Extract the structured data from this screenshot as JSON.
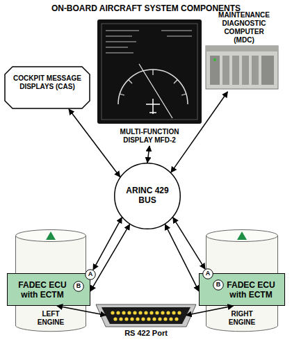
{
  "diagram": {
    "title": "ON-BOARD AIRCRAFT SYSTEM COMPONENTS",
    "nodes": [
      {
        "text": [
          "COCKPIT MESSAGE DISPLAYS (CAS)"
        ]
      },
      {
        "text": [
          "MULTI-FUNCTION DISPLAY MFD-2"
        ]
      },
      {
        "text": [
          "MAINTENANCE DIAGNOSTIC COMPUTER (MDC)"
        ]
      },
      {
        "text": [
          "ARINC 429 BUS"
        ]
      },
      {
        "text": [
          "LEFT ENGINE"
        ]
      },
      {
        "text": [
          "FADEC ECU with ECTM"
        ],
        "in": 4
      },
      {
        "text": [
          "A"
        ],
        "in": 5
      },
      {
        "text": [
          "B"
        ],
        "in": 5
      },
      {
        "text": [
          "RIGHT ENGINE"
        ]
      },
      {
        "text": [
          "FADEC ECU with ECTM"
        ],
        "in": 8
      },
      {
        "text": [
          "A"
        ],
        "in": 9
      },
      {
        "text": [
          "B"
        ],
        "in": 9
      },
      {
        "text": [
          "RS 422 Port"
        ]
      }
    ],
    "edges": [
      {
        "from": 0,
        "to": 3,
        "arrow": "both"
      },
      {
        "from": 1,
        "to": 3,
        "arrow": "both"
      },
      {
        "from": 2,
        "to": 3,
        "arrow": "both"
      },
      {
        "from": 3,
        "to": 6,
        "arrow": "both"
      },
      {
        "from": 3,
        "to": 5,
        "arrow": "both"
      },
      {
        "from": 3,
        "to": 10,
        "arrow": "both"
      },
      {
        "from": 3,
        "to": 9,
        "arrow": "both"
      },
      {
        "from": 5,
        "to": 12,
        "arrow": "both"
      },
      {
        "from": 9,
        "to": 12,
        "arrow": "both"
      }
    ]
  }
}
